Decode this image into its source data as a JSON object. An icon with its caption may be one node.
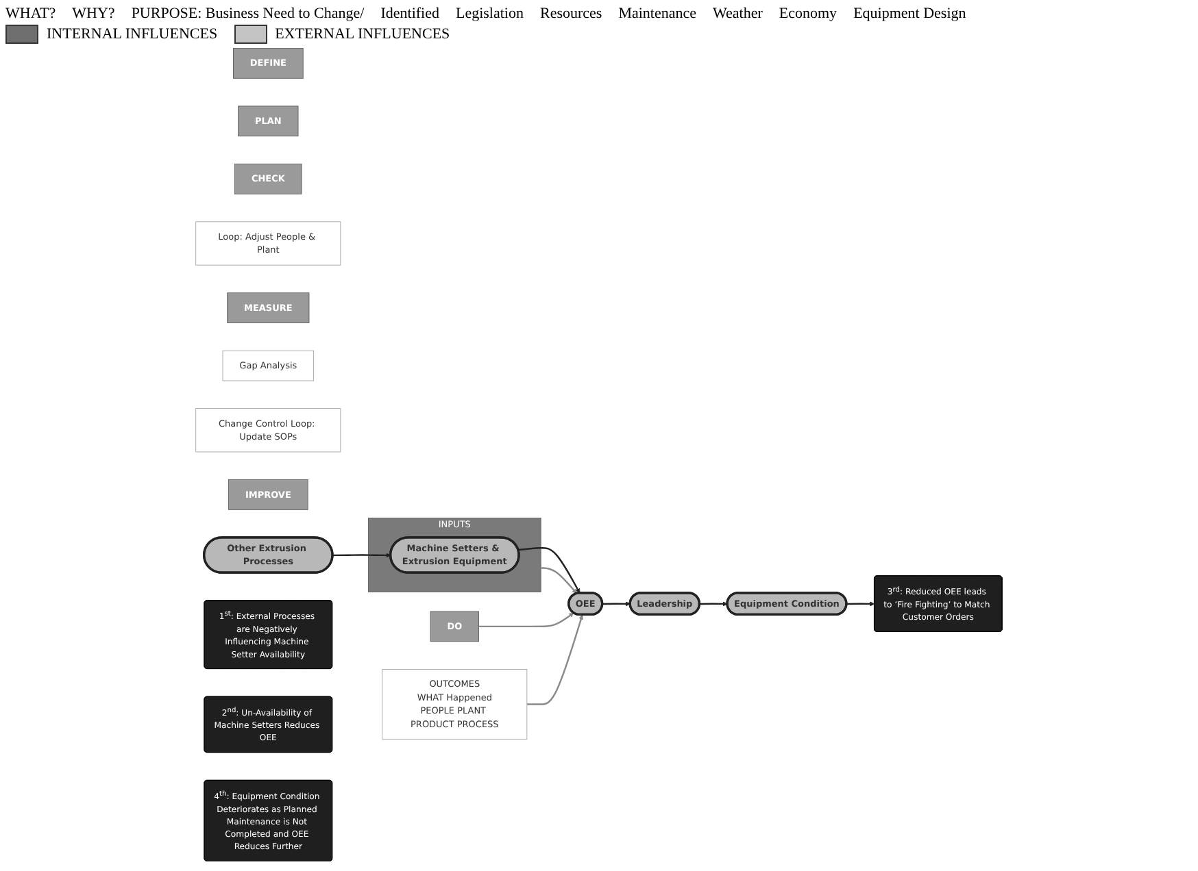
{
  "diagram": {
    "nodes": [
      {
        "text": [
          "DEFINE"
        ]
      },
      {
        "text": [
          "Equipment Condition"
        ]
      },
      {
        "text": [
          "PLAN"
        ]
      },
      {
        "text": [
          "DO"
        ]
      },
      {
        "text": [
          "CHECK"
        ]
      },
      {
        "text": [
          "Loop: Adjust People & Plant"
        ]
      },
      {
        "text": [
          "Leadership"
        ]
      },
      {
        "text": [
          "INPUTS"
        ]
      },
      {
        "text": [
          "Machine Setters & Extrusion Equipment"
        ],
        "in": 7
      },
      {
        "text": [
          "OUTCOMES",
          "WHAT Happened",
          "PEOPLE PLANT PRODUCT PROCESS"
        ]
      },
      {
        "text": [
          "OEE"
        ]
      },
      {
        "text": [
          "MEASURE"
        ]
      },
      {
        "text": [
          "Gap Analysis"
        ]
      },
      {
        "text": [
          "Change Control Loop: Update SOPs"
        ]
      },
      {
        "text": [
          "IMPROVE"
        ]
      },
      {
        "text": [
          "Other Extrusion Processes"
        ]
      },
      {
        "text": [
          "1$^{st}$: External Processes are Negatively Influencing Machine Setter Availability"
        ]
      },
      {
        "text": [
          "2$^{nd}$: Un-Availability of Machine Setters Reduces OEE"
        ]
      },
      {
        "text": [
          "3$^{rd}$: Reduced OEE leads to ‘Fire Fighting’ to Match Customer Orders"
        ]
      },
      {
        "text": [
          "4$^{th}$: Equipment Condition Deteriorates as Planned Maintenance is Not Completed and OEE Reduces Further"
        ]
      }
    ],
    "edges": [
      {
        "from": 15,
        "to": 8,
        "arrow": "to"
      },
      {
        "from": 8,
        "to": 10,
        "arrow": "to"
      },
      {
        "from": 10,
        "to": 6,
        "arrow": "to"
      },
      {
        "from": 6,
        "to": 1,
        "arrow": "to"
      },
      {
        "from": 1,
        "to": 18,
        "arrow": "to"
      },
      {
        "from": 7,
        "to": 10,
        "arrow": "to",
        "color": "#8a8a8a"
      },
      {
        "from": 3,
        "to": 10,
        "arrow": "to",
        "color": "#8a8a8a"
      },
      {
        "from": 9,
        "to": 10,
        "arrow": "to",
        "color": "#8a8a8a"
      }
    ],
    "labels": [
      "WHAT?",
      "WHY?",
      "PURPOSE: Business Need to Change/",
      "Identified",
      "Legislation",
      "Resources",
      "Maintenance",
      "Weather",
      "Economy",
      "Equipment Design"
    ],
    "legend": [
      {
        "text": "INTERNAL INFLUENCES",
        "color": "#6e6e6e"
      },
      {
        "text": "EXTERNAL INFLUENCES",
        "color": "#c4c4c4"
      }
    ]
  }
}
